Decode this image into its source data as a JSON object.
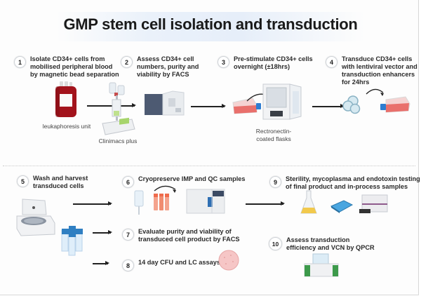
{
  "title": "GMP stem cell isolation and transduction",
  "steps": [
    {
      "number": "1",
      "text": "Isolate CD34+ cells from\nmobilised peripheral blood\nby magnetic bead separation"
    },
    {
      "number": "2",
      "text": "Assess CD34+ cell\nnumbers, purity and\nviability  by FACS"
    },
    {
      "number": "3",
      "text": "Pre-stimulate CD34+ cells\novernight (±18hrs)"
    },
    {
      "number": "4",
      "text": "Transduce CD34+ cells\nwith lentiviral vector and\ntransduction enhancers\nfor 24hrs"
    },
    {
      "number": "5",
      "text": "Wash and harvest\ntransduced cells"
    },
    {
      "number": "6",
      "text": "Cryopreserve IMP and QC samples"
    },
    {
      "number": "7",
      "text": "Evaluate purity and viability of\ntransduced cell product by FACS"
    },
    {
      "number": "8",
      "text": "14 day CFU and LC assays"
    },
    {
      "number": "9",
      "text": "Sterility, mycoplasma and endotoxin testing\nof final product and in-process samples"
    },
    {
      "number": "10",
      "text": "Assess transduction\nefficiency and VCN by QPCR"
    }
  ],
  "captions": {
    "leukapheresis": "leukaphoresis unit",
    "clinimacs": "Clinimacs plus",
    "flasks": "Rectronectin-\ncoated flasks"
  },
  "icons": [
    "blood-bag-icon",
    "clinimacs-device-icon",
    "flow-cytometer-icon",
    "culture-flask-icon",
    "incubator-icon",
    "cell-cluster-icon",
    "centrifuge-icon",
    "conical-tubes-icon",
    "cryobag-icon",
    "cryovials-icon",
    "freezer-icon",
    "petri-dish-icon",
    "erlenmeyer-flask-icon",
    "microplate-icon",
    "plate-reader-icon",
    "qpcr-machine-icon"
  ],
  "colors": {
    "blood": "#a3131c",
    "flask_medium": "#e9706c",
    "cap_blue": "#2f7dd1",
    "device_navy": "#4d5a72",
    "tube_cap": "#2f7fc2",
    "pcr_green": "#3d9a4b",
    "plate_blue": "#4aa6e0",
    "broth": "#f2c94c"
  }
}
